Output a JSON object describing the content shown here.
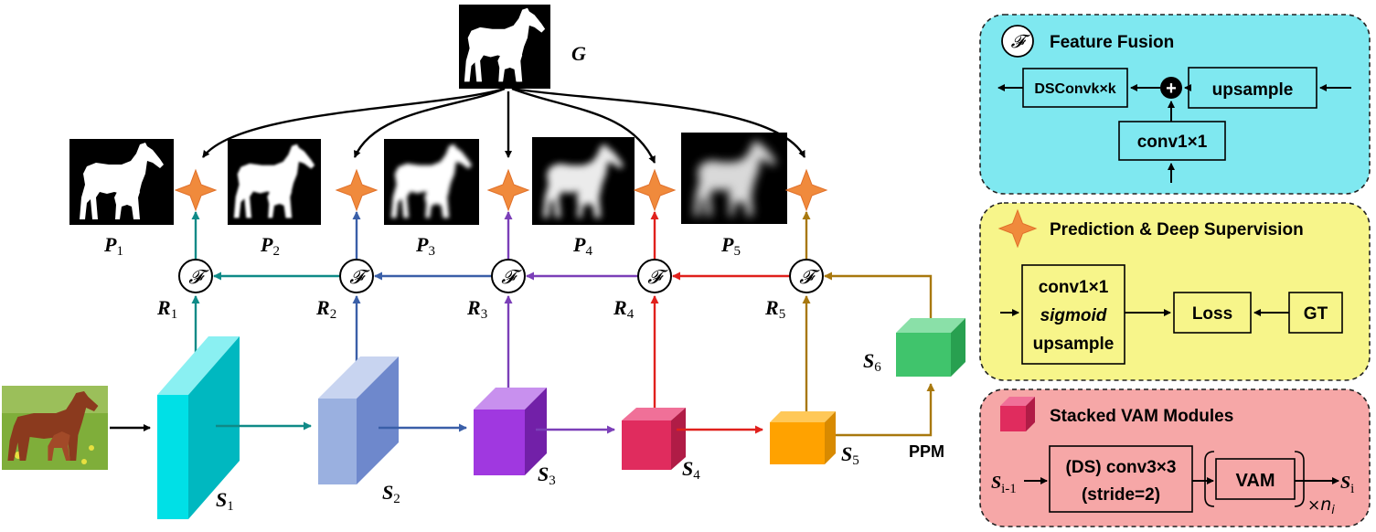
{
  "colors": {
    "teal": "#0f8a87",
    "blue": "#3a5fa8",
    "purple": "#7b3fb8",
    "red": "#e0201c",
    "brown": "#a8780e",
    "cyan_block": "#00d4d8",
    "lightblue_block": "#7f98d4",
    "purple_block": "#9a35d8",
    "pink_block": "#d82e5c",
    "orange_block": "#f7a100",
    "green_block": "#3ec06a",
    "star": "#f08a3c",
    "panel_fusion": "#7fe8f0",
    "panel_pred": "#f7f58a",
    "panel_vam": "#f6a7a7"
  },
  "gt_label": "G",
  "predictions": [
    {
      "letter": "P",
      "sub": "1"
    },
    {
      "letter": "P",
      "sub": "2"
    },
    {
      "letter": "P",
      "sub": "3"
    },
    {
      "letter": "P",
      "sub": "4"
    },
    {
      "letter": "P",
      "sub": "5"
    }
  ],
  "fusion_outputs": [
    {
      "letter": "R",
      "sub": "1"
    },
    {
      "letter": "R",
      "sub": "2"
    },
    {
      "letter": "R",
      "sub": "3"
    },
    {
      "letter": "R",
      "sub": "4"
    },
    {
      "letter": "R",
      "sub": "5"
    }
  ],
  "stages": [
    {
      "letter": "S",
      "sub": "1"
    },
    {
      "letter": "S",
      "sub": "2"
    },
    {
      "letter": "S",
      "sub": "3"
    },
    {
      "letter": "S",
      "sub": "4"
    },
    {
      "letter": "S",
      "sub": "5"
    },
    {
      "letter": "S",
      "sub": "6"
    }
  ],
  "fusion_symbol": "𝓕",
  "ppm_label": "PPM",
  "legend": {
    "fusion": {
      "title": "Feature Fusion",
      "dsconv": "DSConvk×k",
      "upsample": "upsample",
      "conv": "conv1×1",
      "plus": "+"
    },
    "prediction": {
      "title": "Prediction & Deep Supervision",
      "line1": "conv1×1",
      "line2": "sigmoid",
      "line3": "upsample",
      "loss": "Loss",
      "gt": "GT"
    },
    "vam": {
      "title": "Stacked VAM Modules",
      "input_letter": "S",
      "input_sub": "i-1",
      "conv_line1": "(DS) conv3×3",
      "conv_line2": "(stride=2)",
      "vam": "VAM",
      "output_letter": "S",
      "output_sub": "i",
      "repeat": "×",
      "repeat_n": "n",
      "repeat_sub": "i"
    }
  }
}
